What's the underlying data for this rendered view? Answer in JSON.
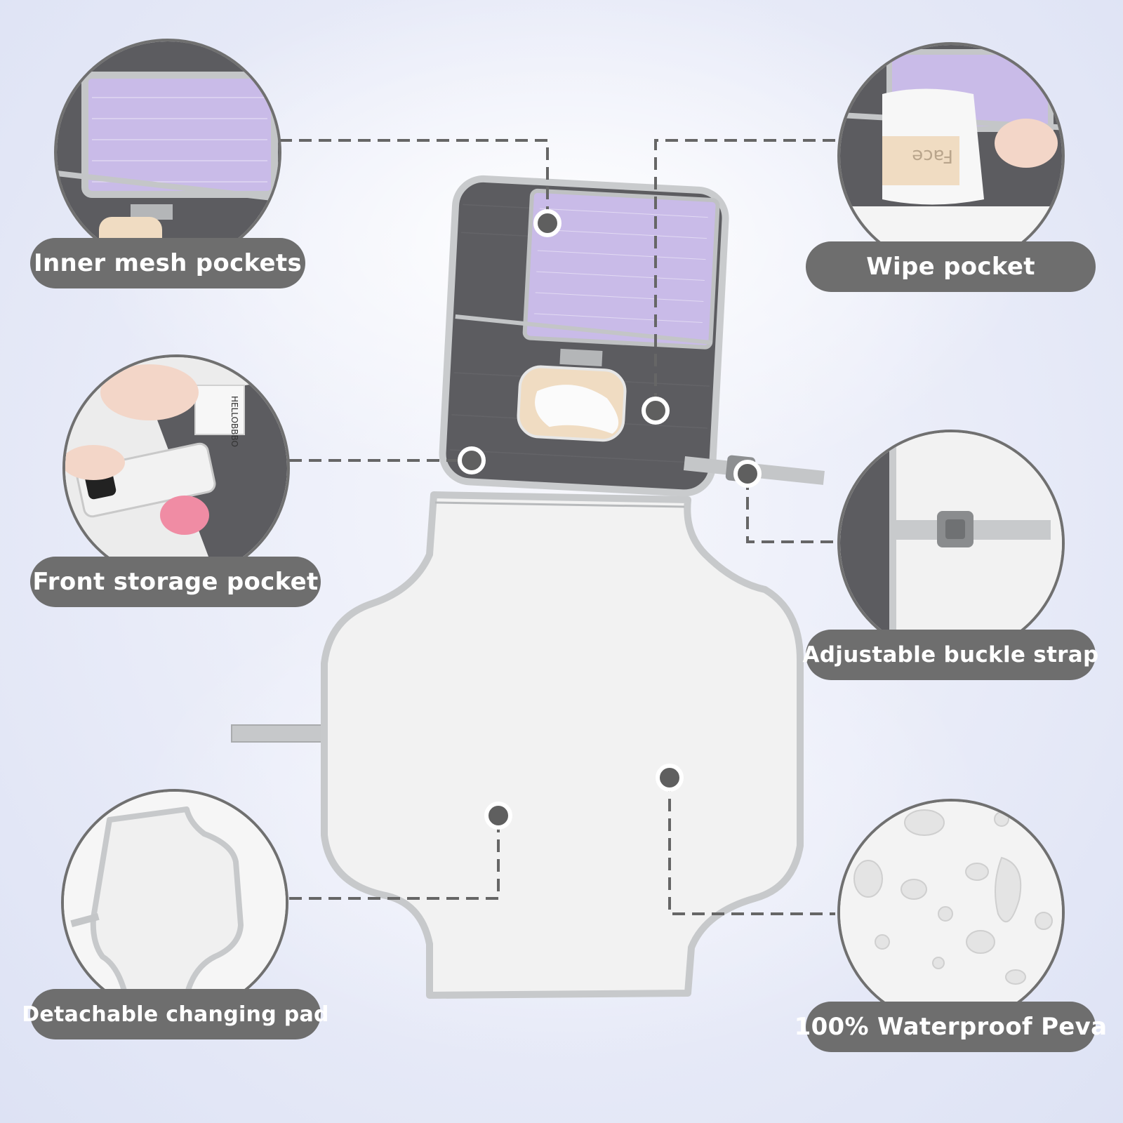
{
  "features": {
    "inner_mesh": {
      "label": "Inner mesh pockets"
    },
    "wipe_pocket": {
      "label": "Wipe pocket"
    },
    "front_storage": {
      "label": "Front storage pocket"
    },
    "buckle_strap": {
      "label": "Adjustable buckle strap"
    },
    "changing_pad": {
      "label": "Detachable changing pad"
    },
    "waterproof": {
      "label": "100% Waterproof Peva"
    }
  },
  "product_marks": {
    "wipe_brand": "Face",
    "tag_brand": "HELLOBBBO"
  },
  "colors": {
    "pill_bg": "#6e6e6e",
    "pill_text": "#ffffff",
    "fabric": "#5c5c60",
    "trim": "#c9cbcd",
    "pad": "#f1f1f1",
    "mesh_contents": "#c7b8e6",
    "connector": "#666666"
  }
}
